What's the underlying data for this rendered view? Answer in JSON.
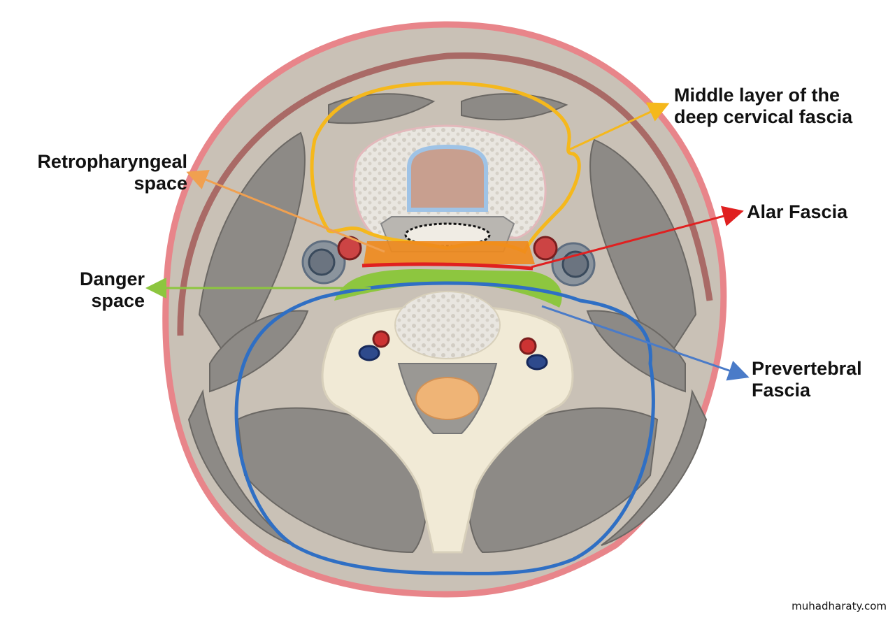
{
  "labels": {
    "middle_layer": [
      "Middle layer of the",
      "deep cervical fascia"
    ],
    "retropharyngeal": [
      "Retropharyngeal",
      "space"
    ],
    "alar": [
      "Alar Fascia"
    ],
    "danger": [
      "Danger",
      "space"
    ],
    "prevertebral": [
      "Prevertebral",
      "Fascia"
    ]
  },
  "watermark": "muhadharaty.com",
  "colors": {
    "middle_layer": "#f5b81c",
    "retropharyngeal": "#f0a050",
    "alar": "#e02020",
    "danger": "#8dc63f",
    "prevertebral": "#2f6fc4",
    "skin": "#e8858a",
    "tissue": "#c9c1b6",
    "muscle": "#8d8a86",
    "bone": "#f1ead6"
  }
}
